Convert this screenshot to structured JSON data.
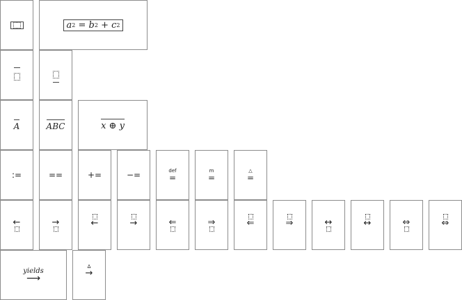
{
  "palette": {
    "eq_text": "a² = b² + c²"
  },
  "overline_row": {
    "A": "A",
    "ABC": "ABC",
    "xoplusy": "x ⊕ y"
  },
  "defs_row": {
    "colon_eq": ":=",
    "eq_eq": "==",
    "plus_eq": "+=",
    "minus_eq": "−=",
    "def": "def",
    "m": "m",
    "delta": "△"
  },
  "arrows": {
    "left": "←",
    "right": "→",
    "dbl_left": "⇐",
    "dbl_right": "⇒",
    "left_right": "↔",
    "dbl_left_right": "⇔"
  },
  "last_row": {
    "yields": "yields",
    "delta_small": "Δ"
  }
}
